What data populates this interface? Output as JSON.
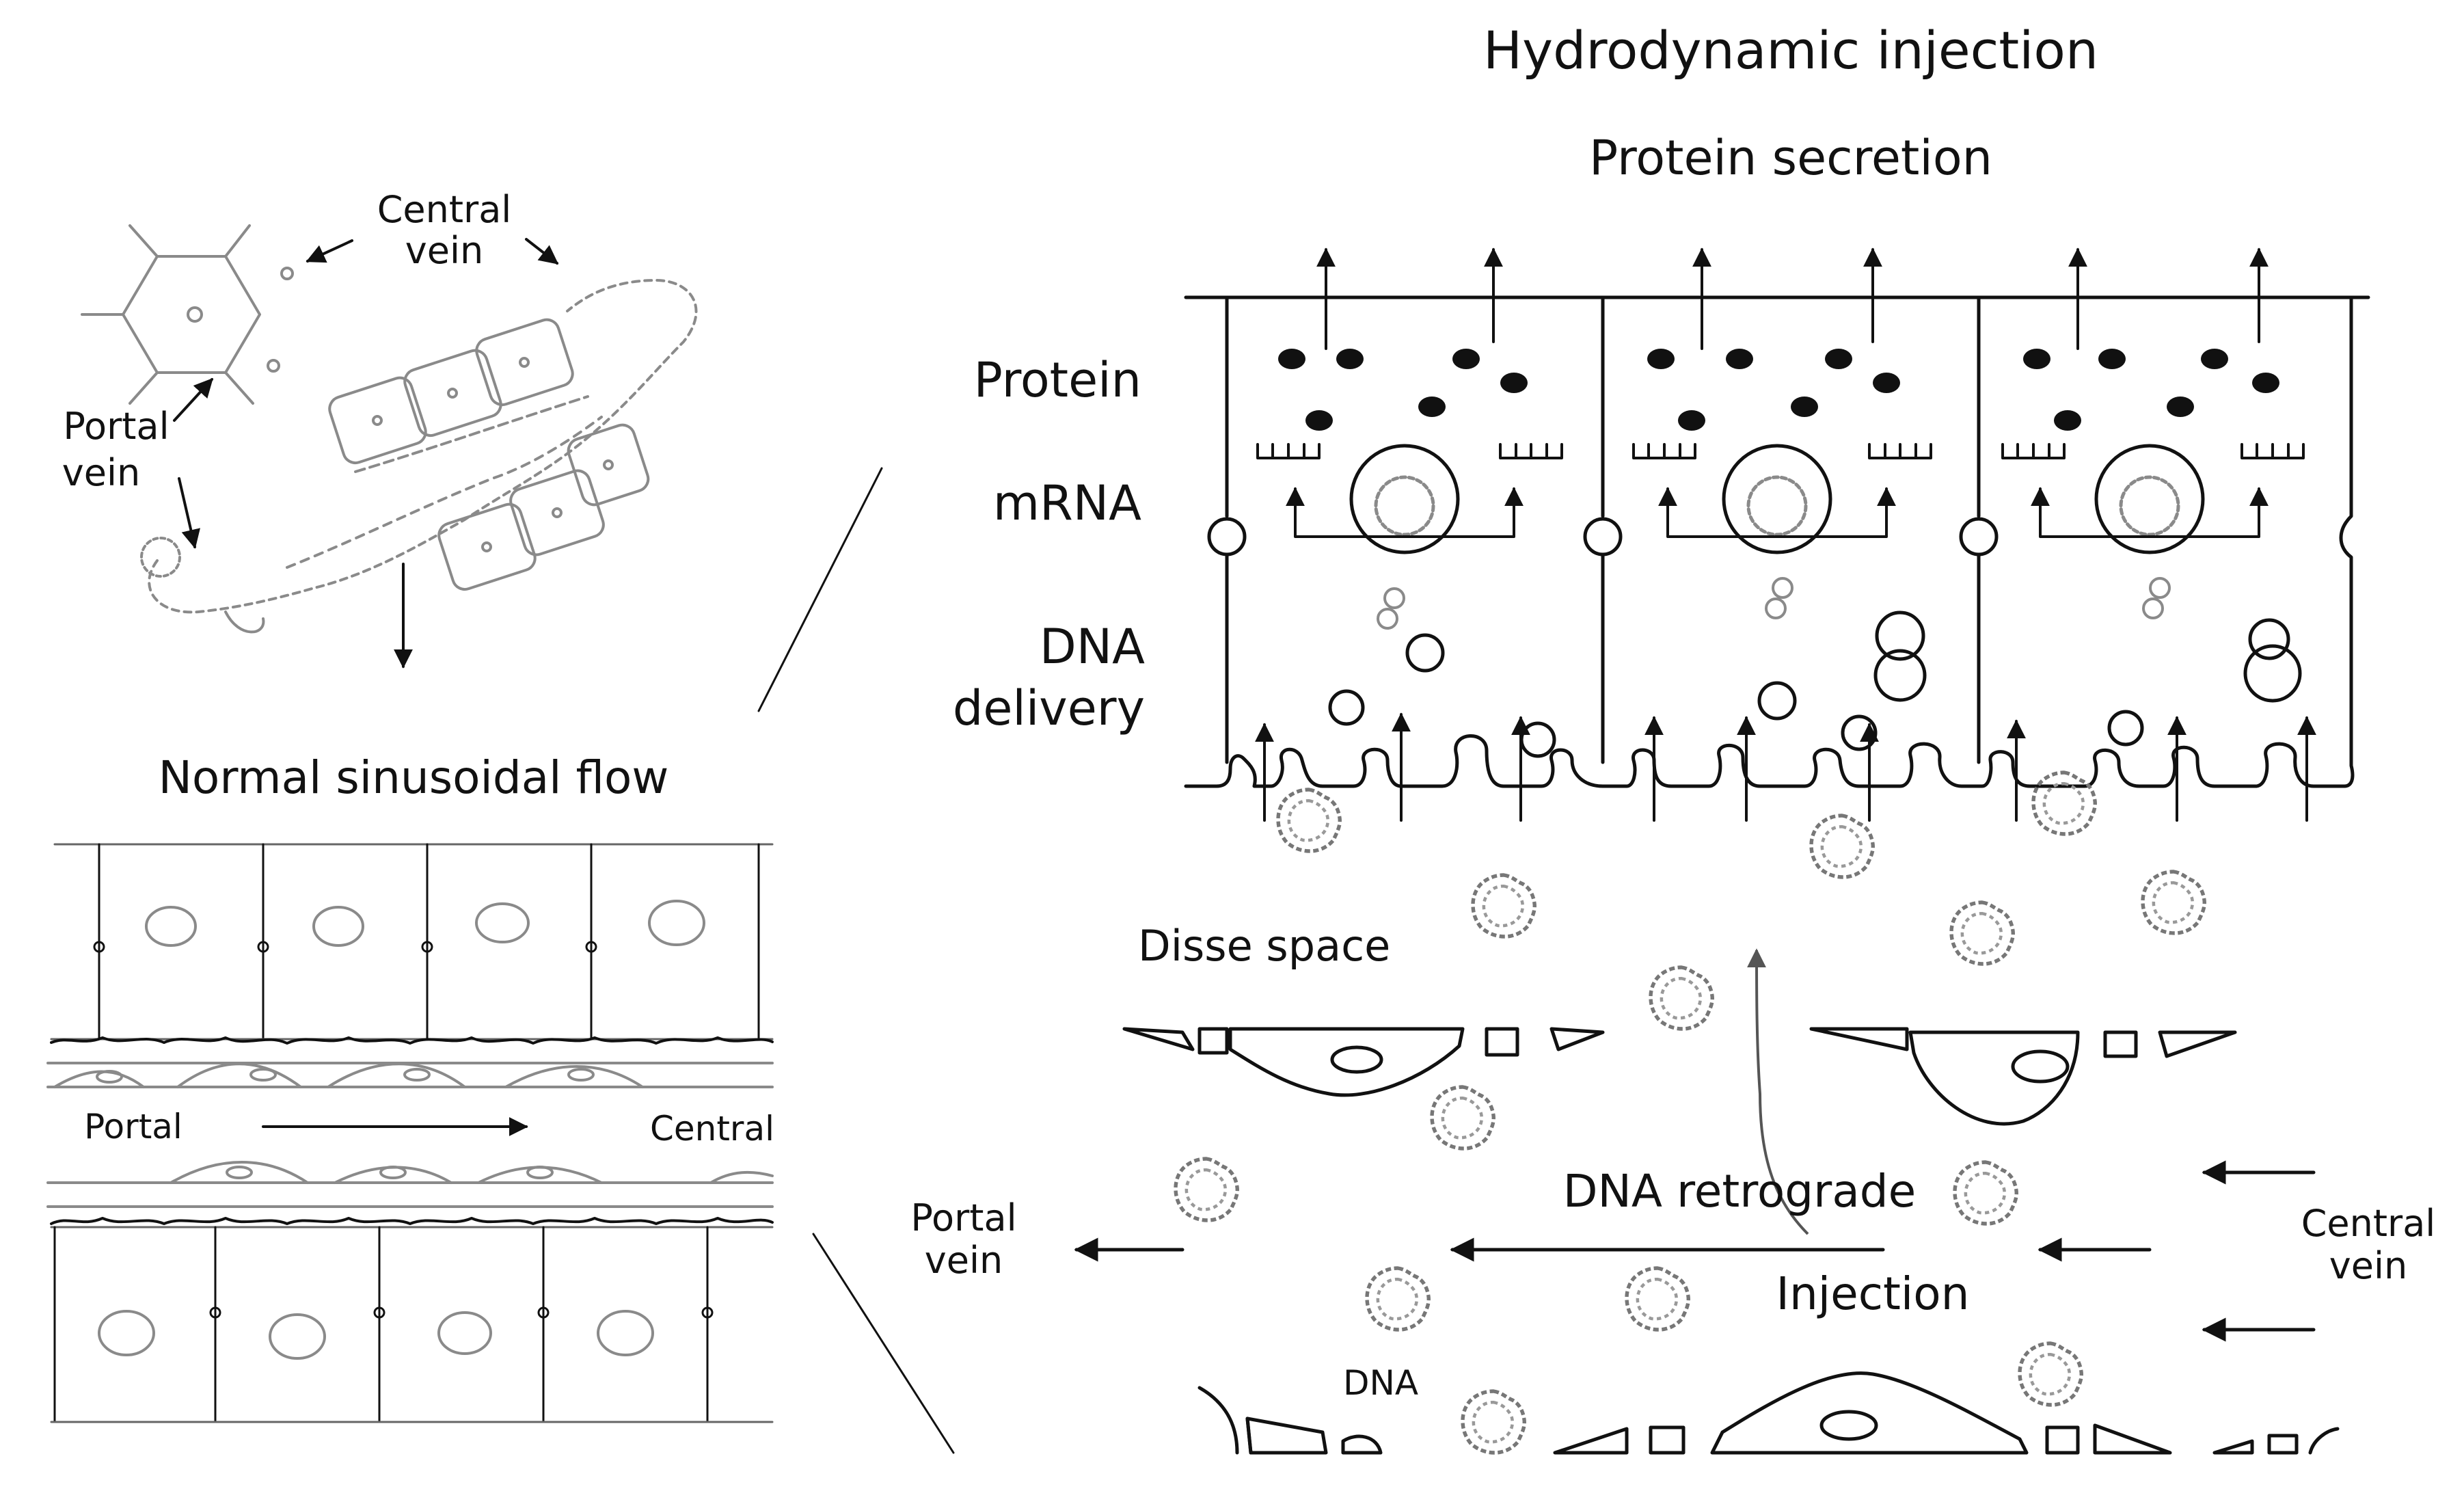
{
  "labels": {
    "hydro_title": "Hydrodynamic injection",
    "protein_secretion": "Protein secretion",
    "protein": "Protein",
    "mrna": "mRNA",
    "dna_delivery_1": "DNA",
    "dna_delivery_2": "delivery",
    "disse_space": "Disse space",
    "dna_retrograde": "DNA retrograde",
    "injection": "Injection",
    "portal_vein_r1": "Portal",
    "portal_vein_r2": "vein",
    "central_vein_r1": "Central",
    "central_vein_r2": "vein",
    "dna": "DNA",
    "central_vein_l1": "Central",
    "central_vein_l2": "vein",
    "portal_vein_l1": "Portal",
    "portal_vein_l2": "vein",
    "normal_flow": "Normal sinusoidal flow",
    "flow_portal": "Portal",
    "flow_central": "Central"
  },
  "icons": {
    "dna_particle": "dna-plasmid-icon",
    "flow_arrow": "arrow-icon"
  }
}
